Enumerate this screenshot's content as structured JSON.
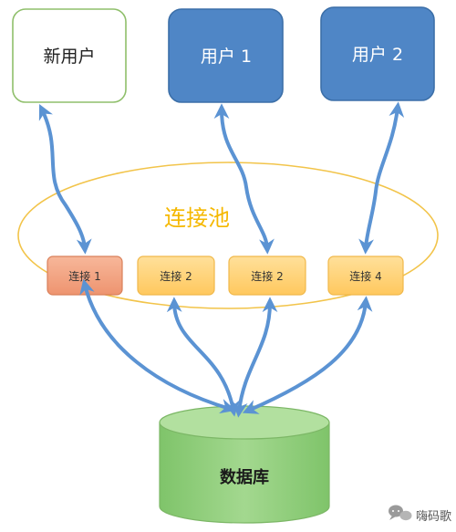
{
  "users": [
    {
      "label": "新用户",
      "style": "new"
    },
    {
      "label": "用户 1",
      "style": "existing"
    },
    {
      "label": "用户 2",
      "style": "existing"
    }
  ],
  "pool": {
    "title": "连接池",
    "connections": [
      {
        "label": "连接 1",
        "state": "active"
      },
      {
        "label": "连接 2",
        "state": "idle"
      },
      {
        "label": "连接 2",
        "state": "idle"
      },
      {
        "label": "连接 4",
        "state": "idle"
      }
    ]
  },
  "database": {
    "label": "数据库"
  },
  "watermark": {
    "text": "嗨码歌",
    "icon": "chat-bubble-icon"
  },
  "colors": {
    "arrow": "#5b93d3",
    "user_existing_fill": "#4f86c6",
    "user_existing_border": "#3c6fa8",
    "user_new_border": "#8fbf6b",
    "pool_outline": "#f2c44a",
    "pool_title": "#f5b800",
    "conn_idle_fill": "#ffd47a",
    "conn_idle_border": "#f0b84a",
    "conn_active_fill": "#f2a07a",
    "conn_active_border": "#d9805a",
    "db_fill": "#8fcf7a",
    "db_top": "#a9dc98",
    "db_border": "#7cb766"
  }
}
